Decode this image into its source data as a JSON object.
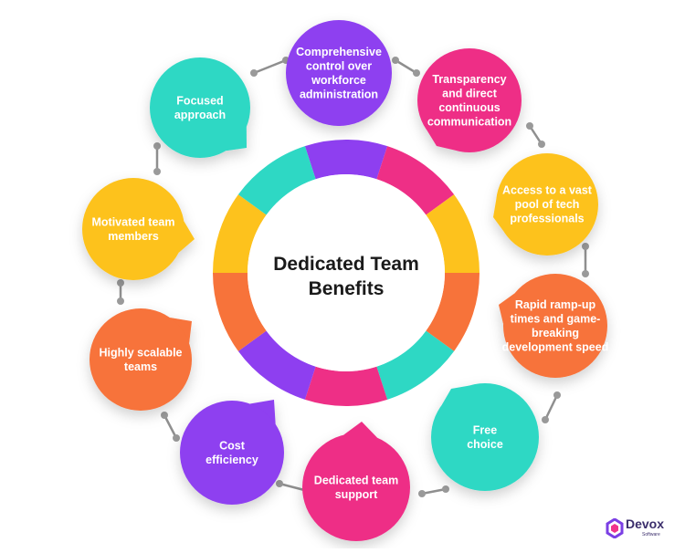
{
  "center": {
    "title": "Dedicated Team Benefits"
  },
  "benefits": [
    {
      "text": "Comprehensive control over workforce administration",
      "color": "#8e3ff0"
    },
    {
      "text": "Transparency and direct continuous communication",
      "color": "#ee2f86"
    },
    {
      "text": "Access to a vast pool of tech professionals",
      "color": "#fdc21d"
    },
    {
      "text": "Rapid ramp-up times and game-breaking development speed",
      "color": "#f7733a"
    },
    {
      "text": "Free choice",
      "color": "#2ed8c4"
    },
    {
      "text": "Dedicated team support",
      "color": "#ee2f86"
    },
    {
      "text": "Cost efficiency",
      "color": "#8e3ff0"
    },
    {
      "text": "Highly scalable teams",
      "color": "#f7733a"
    },
    {
      "text": "Motivated team members",
      "color": "#fdc21d"
    },
    {
      "text": "Focused approach",
      "color": "#2ed8c4"
    }
  ],
  "brand": {
    "name": "Devox",
    "sub": "Software"
  }
}
